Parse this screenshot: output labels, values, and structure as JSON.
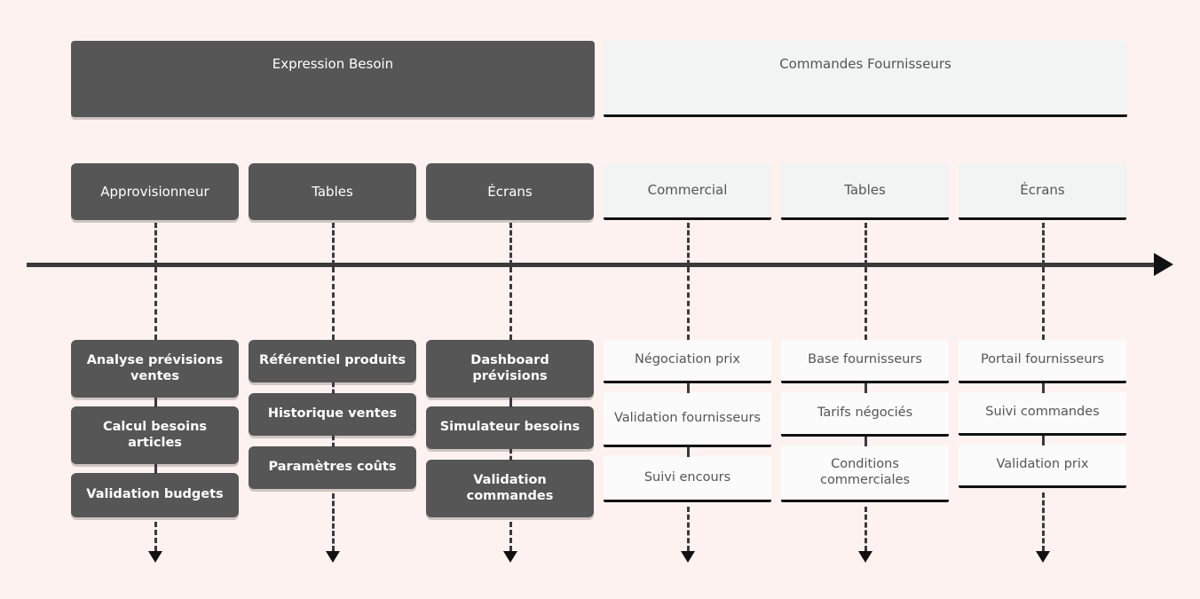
{
  "meta": {
    "background_color": "#fdf2ef",
    "dark_block_color": "#565656",
    "light_block_color": "#f2f3f3",
    "light_card_color": "#fbfbfb",
    "accent_line_color": "#111111",
    "dark_text_color": "#555555",
    "light_text_color": "#ffffff"
  },
  "headers": [
    {
      "label": "Expression Besoin",
      "style": "dark"
    },
    {
      "label": "Commandes Fournisseurs",
      "style": "light"
    }
  ],
  "roles": [
    {
      "label": "Approvisionneur",
      "style": "dark"
    },
    {
      "label": "Tables",
      "style": "dark"
    },
    {
      "label": "Écrans",
      "style": "dark"
    },
    {
      "label": "Commercial",
      "style": "light"
    },
    {
      "label": "Tables",
      "style": "light"
    },
    {
      "label": "Écrans",
      "style": "light"
    }
  ],
  "columns": [
    {
      "style": "dark",
      "role": "Approvisionneur",
      "cards": [
        {
          "label": "Analyse prévisions ventes"
        },
        {
          "label": "Calcul besoins articles"
        },
        {
          "label": "Validation budgets"
        }
      ]
    },
    {
      "style": "dark",
      "role": "Tables",
      "cards": [
        {
          "label": "Référentiel produits"
        },
        {
          "label": "Historique ventes"
        },
        {
          "label": "Paramètres coûts"
        }
      ]
    },
    {
      "style": "dark",
      "role": "Écrans",
      "cards": [
        {
          "label": "Dashboard prévisions"
        },
        {
          "label": "Simulateur besoins"
        },
        {
          "label": "Validation commandes"
        }
      ]
    },
    {
      "style": "light",
      "role": "Commercial",
      "cards": [
        {
          "label": "Négociation prix"
        },
        {
          "label": "Validation fournisseurs"
        },
        {
          "label": "Suivi encours"
        }
      ]
    },
    {
      "style": "light",
      "role": "Tables",
      "cards": [
        {
          "label": "Base fournisseurs"
        },
        {
          "label": "Tarifs négociés"
        },
        {
          "label": "Conditions commerciales"
        }
      ]
    },
    {
      "style": "light",
      "role": "Écrans",
      "cards": [
        {
          "label": "Portail fournisseurs"
        },
        {
          "label": "Suivi commandes"
        },
        {
          "label": "Validation prix"
        }
      ]
    }
  ],
  "timeline": {
    "direction": "left-to-right",
    "arrowhead": "arrow-right-icon"
  }
}
